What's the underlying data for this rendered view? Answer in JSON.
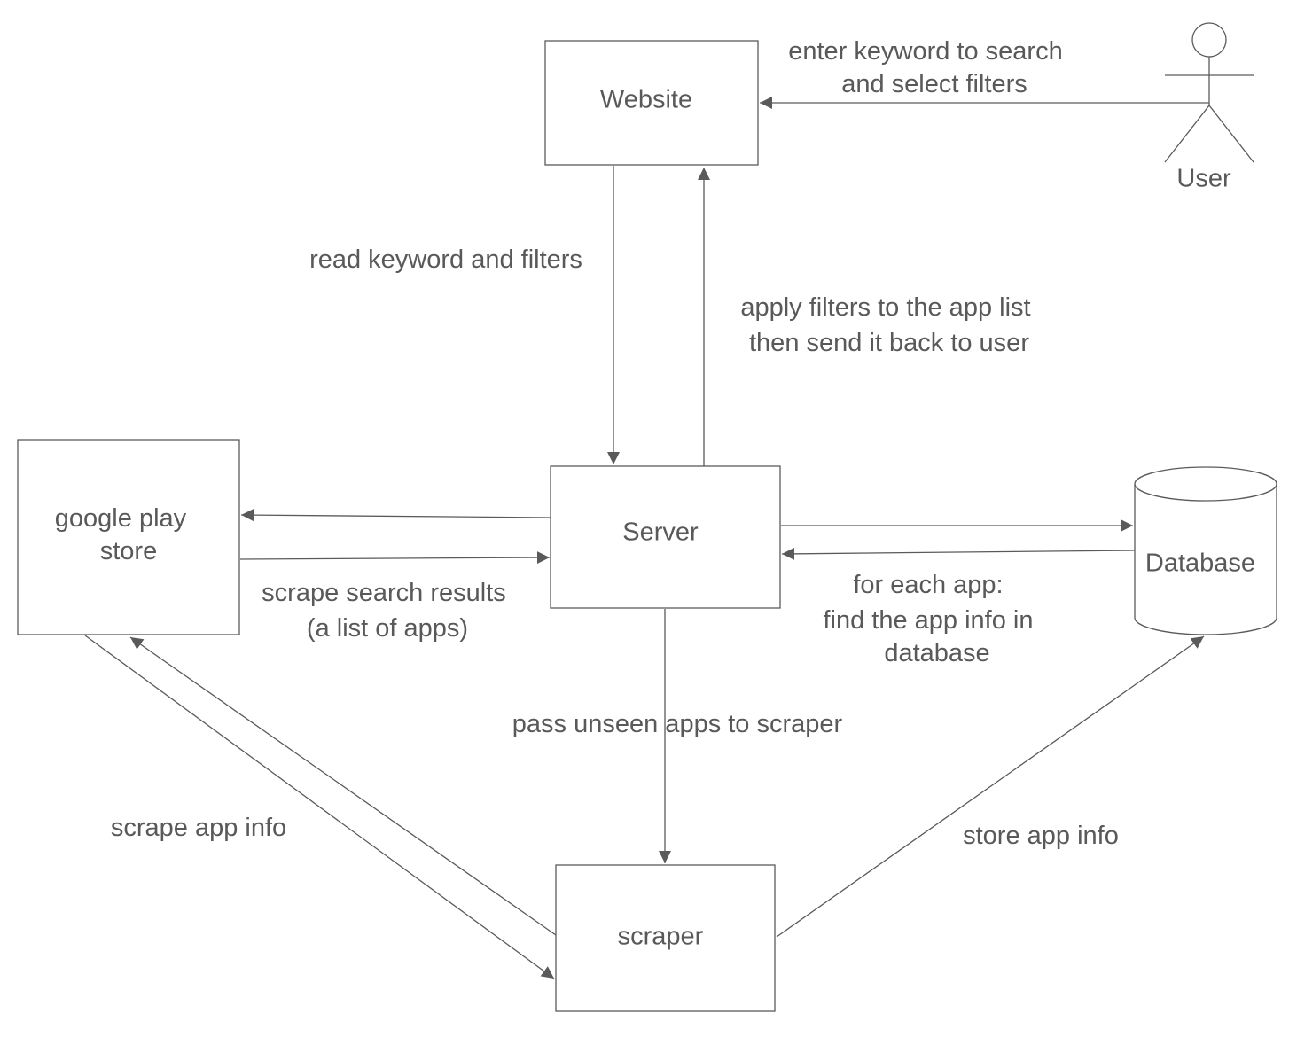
{
  "diagram": {
    "nodes": {
      "website": {
        "label": "Website"
      },
      "server": {
        "label": "Server"
      },
      "play_store": {
        "label_lines": [
          "google play",
          "store"
        ]
      },
      "database": {
        "label": "Database"
      },
      "scraper": {
        "label": "scraper"
      },
      "user": {
        "label": "User"
      }
    },
    "edges": {
      "user_to_website": {
        "label_lines": [
          "enter keyword to search",
          "and select filters"
        ]
      },
      "website_to_server": {
        "label_lines": [
          "read keyword and filters"
        ]
      },
      "server_to_website": {
        "label_lines": [
          "apply filters to the app list",
          "then send it back to user"
        ]
      },
      "play_store_server": {
        "label_lines": [
          "scrape search results",
          "(a list of apps)"
        ]
      },
      "database_server": {
        "label_lines": [
          "for each app:",
          "find the app info in",
          "database"
        ]
      },
      "server_to_scraper": {
        "label_lines": [
          "pass unseen apps to scraper"
        ]
      },
      "scraper_play_store": {
        "label_lines": [
          "scrape app info"
        ]
      },
      "scraper_to_database": {
        "label_lines": [
          "store app info"
        ]
      }
    }
  }
}
